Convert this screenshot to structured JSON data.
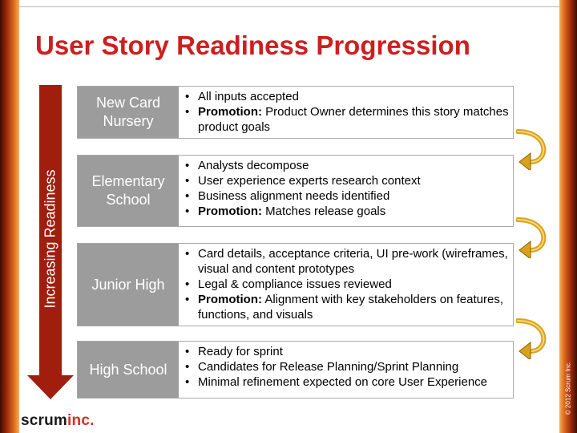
{
  "title": "User Story Readiness Progression",
  "vertical_label": "Increasing Readiness",
  "colors": {
    "title": "#cc1f1f",
    "arrow": "#a11d0e",
    "stage_box": "#9c9c9c",
    "curve_arrow": "#d9a21b"
  },
  "stages": [
    {
      "name_lines": [
        "New Card",
        "Nursery"
      ],
      "bullets": [
        {
          "lead": "",
          "text": "All inputs accepted"
        },
        {
          "lead": "Promotion:",
          "text": " Product Owner determines this story matches product goals"
        }
      ]
    },
    {
      "name_lines": [
        "Elementary",
        "School"
      ],
      "bullets": [
        {
          "lead": "",
          "text": "Analysts decompose"
        },
        {
          "lead": "",
          "text": "User experience experts research context"
        },
        {
          "lead": "",
          "text": "Business alignment needs identified"
        },
        {
          "lead": "Promotion:",
          "text": " Matches release goals"
        }
      ]
    },
    {
      "name_lines": [
        "Junior High"
      ],
      "bullets": [
        {
          "lead": "",
          "text": "Card details, acceptance criteria, UI pre-work (wireframes, visual and content prototypes"
        },
        {
          "lead": "",
          "text": "Legal & compliance issues reviewed"
        },
        {
          "lead": "Promotion:",
          "text": " Alignment with key stakeholders on features, functions, and visuals"
        }
      ]
    },
    {
      "name_lines": [
        "High School"
      ],
      "bullets": [
        {
          "lead": "",
          "text": "Ready for sprint"
        },
        {
          "lead": "",
          "text": "Candidates for Release Planning/Sprint Planning"
        },
        {
          "lead": "",
          "text": "Minimal refinement expected on core User Experience"
        }
      ]
    }
  ],
  "transition_icon": "curved-arrow-icon",
  "logo": {
    "part1": "scrum",
    "part2": "inc."
  },
  "copyright": "© 2012 Scrum Inc."
}
